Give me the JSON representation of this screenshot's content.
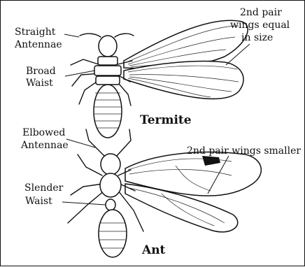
{
  "termite": {
    "label_antennae_1": "Straight",
    "label_antennae_2": "Antennae",
    "label_waist_1": "Broad",
    "label_waist_2": "Waist",
    "label_wings_1": "2nd pair",
    "label_wings_2": "wings equal",
    "label_wings_3": "in size",
    "name": "Termite"
  },
  "ant": {
    "label_antennae_1": "Elbowed",
    "label_antennae_2": "Antennae",
    "label_waist_1": "Slender",
    "label_waist_2": "Waist",
    "label_wings": "2nd pair wings smaller",
    "name": "Ant"
  }
}
